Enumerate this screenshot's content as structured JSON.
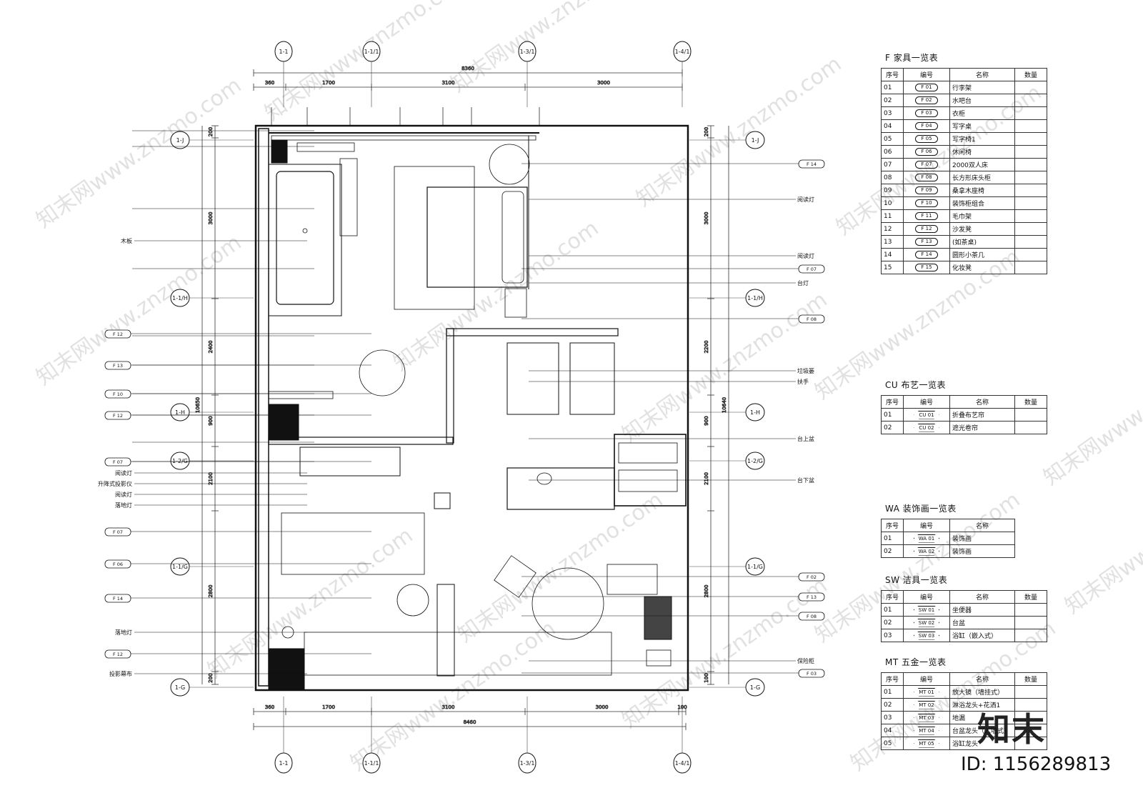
{
  "grid_labels_x": [
    "1-1",
    "1-1/1",
    "1-3/1",
    "1-4/1"
  ],
  "grid_labels_y": [
    "1-J",
    "1-1/H",
    "1-H",
    "1-2/G",
    "1-1/G",
    "1-G"
  ],
  "dims_top_total": "8360",
  "dims_top": [
    "360",
    "1700",
    "3100",
    "3000"
  ],
  "dims_bottom_total": "8460",
  "dims_bottom": [
    "360",
    "1700",
    "3100",
    "3000",
    "100"
  ],
  "dims_left_total": "10650",
  "dims_left": [
    "200",
    "3000",
    "2400",
    "900",
    "2100",
    "2800",
    "200"
  ],
  "dims_right_total": "10640",
  "dims_right": [
    "200",
    "3000",
    "2200",
    "900",
    "2100",
    "2800",
    "100"
  ],
  "left_labels": [
    "木板",
    "阅读灯",
    "升降式投影仪",
    "阅读灯",
    "落地灯",
    "落地灯",
    "投影幕布"
  ],
  "left_tags": [
    "F 12",
    "F 13",
    "F 10",
    "F 12",
    "F 07",
    "F 07",
    "F 06",
    "F 14",
    "F 12"
  ],
  "right_labels": [
    "阅读灯",
    "阅读灯",
    "台灯",
    "垃圾篓",
    "扶手",
    "台上盆",
    "台下盆",
    "保险柜"
  ],
  "right_tags": [
    "F 14",
    "F 07",
    "F 08",
    "F 02",
    "F 13",
    "F 08",
    "F 03"
  ],
  "tables": {
    "furniture": {
      "title": "F 家具一览表",
      "headers": [
        "序号",
        "编号",
        "名称",
        "数量"
      ],
      "rows": [
        [
          "01",
          "F 01",
          "行李架",
          ""
        ],
        [
          "02",
          "F 02",
          "水吧台",
          ""
        ],
        [
          "03",
          "F 03",
          "衣柜",
          ""
        ],
        [
          "04",
          "F 04",
          "写字桌",
          ""
        ],
        [
          "05",
          "F 05",
          "写字椅1",
          ""
        ],
        [
          "06",
          "F 06",
          "休闲椅",
          ""
        ],
        [
          "07",
          "F 07",
          "2000双人床",
          ""
        ],
        [
          "08",
          "F 08",
          "长方形床头柜",
          ""
        ],
        [
          "09",
          "F 09",
          "桑拿木座椅",
          ""
        ],
        [
          "10",
          "F 10",
          "装饰柜组合",
          ""
        ],
        [
          "11",
          "F 11",
          "毛巾架",
          ""
        ],
        [
          "12",
          "F 12",
          "沙发凳",
          ""
        ],
        [
          "13",
          "F 13",
          "(如茶桌)",
          ""
        ],
        [
          "14",
          "F 14",
          "圆形小茶几",
          ""
        ],
        [
          "15",
          "F 15",
          "化妆凳",
          ""
        ]
      ]
    },
    "fabric": {
      "title": "CU 布艺一览表",
      "headers": [
        "序号",
        "编号",
        "名称",
        "数量"
      ],
      "rows": [
        [
          "01",
          "CU 01",
          "折叠布艺帘",
          ""
        ],
        [
          "02",
          "CU 02",
          "遮光卷帘",
          ""
        ]
      ]
    },
    "paintings": {
      "title": "WA 装饰画一览表",
      "headers": [
        "序号",
        "编号",
        "名称"
      ],
      "rows": [
        [
          "01",
          "WA 01",
          "装饰画"
        ],
        [
          "02",
          "WA 02",
          "装饰画"
        ]
      ]
    },
    "sanitary": {
      "title": "SW 洁具一览表",
      "headers": [
        "序号",
        "编号",
        "名称",
        "数量"
      ],
      "rows": [
        [
          "01",
          "SW 01",
          "坐便器",
          ""
        ],
        [
          "02",
          "SW 02",
          "台盆",
          ""
        ],
        [
          "03",
          "SW 03",
          "浴缸（嵌入式）",
          ""
        ]
      ]
    },
    "hardware": {
      "title": "MT 五金一览表",
      "headers": [
        "序号",
        "编号",
        "名称",
        "数量"
      ],
      "rows": [
        [
          "01",
          "MT 01",
          "放大镜（墙挂式）",
          ""
        ],
        [
          "02",
          "MT 02",
          "淋浴龙头+花洒1",
          ""
        ],
        [
          "03",
          "MT 03",
          "地漏",
          ""
        ],
        [
          "04",
          "MT 04",
          "台盆龙头（入墙式）",
          ""
        ],
        [
          "05",
          "MT 05",
          "浴缸龙头",
          ""
        ]
      ]
    }
  },
  "logo": "知末",
  "image_id": "ID: 1156289813",
  "watermark": "知末网www.znzmo.com"
}
